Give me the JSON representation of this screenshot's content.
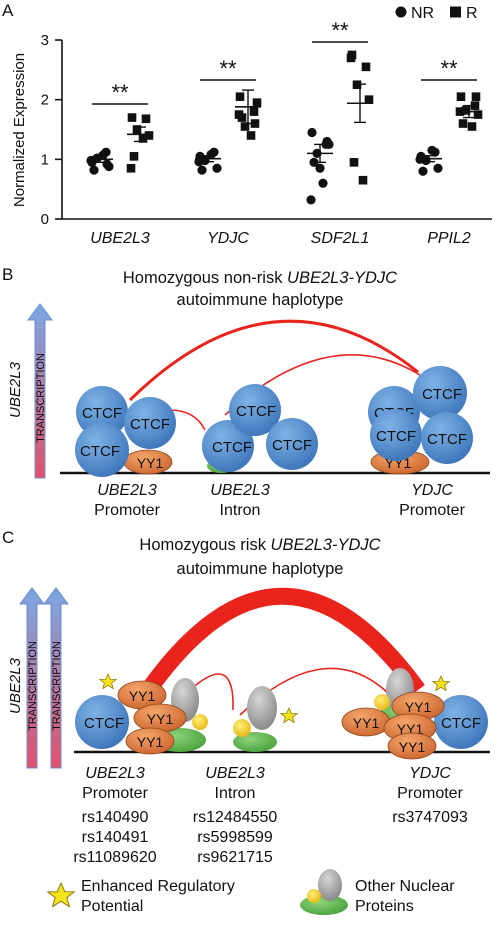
{
  "panel_a": {
    "label": "A",
    "legend": {
      "nr": "NR",
      "r": "R"
    },
    "ylabel": "Normalized Expression",
    "significance": "**",
    "chart_data": {
      "type": "scatter",
      "ylabel": "Normalized Expression",
      "ylim": [
        0,
        3
      ],
      "yticks": [
        "0",
        "1",
        "2",
        "3"
      ],
      "categories": [
        "UBE2L3",
        "YDJC",
        "SDF2L1",
        "PPIL2"
      ],
      "series": [
        {
          "name": "NR",
          "marker": "circle",
          "points": [
            [
              0.95,
              1.12,
              1.02,
              0.88,
              0.82,
              1.07,
              0.98,
              0.92
            ],
            [
              1.05,
              1.12,
              0.98,
              0.85,
              0.82,
              1.08,
              0.96
            ],
            [
              1.45,
              1.25,
              1.1,
              1.25,
              0.95,
              0.6,
              0.32,
              1.3,
              0.85
            ],
            [
              1.05,
              1.12,
              0.98,
              0.85,
              0.8,
              1.15,
              1.0
            ]
          ],
          "means": [
            1.0,
            1.01,
            1.1,
            1.01
          ],
          "sem": [
            0.05,
            0.05,
            0.15,
            0.05
          ]
        },
        {
          "name": "R",
          "marker": "square",
          "points": [
            [
              1.7,
              1.68,
              1.5,
              1.4,
              1.05,
              1.35,
              0.85
            ],
            [
              2.05,
              1.8,
              1.55,
              1.95,
              1.7,
              1.4,
              1.75,
              1.6
            ],
            [
              2.75,
              2.55,
              2.25,
              2.0,
              0.95,
              0.65,
              2.7
            ],
            [
              2.05,
              1.9,
              1.82,
              1.75,
              1.6,
              1.55,
              1.8,
              2.05
            ]
          ],
          "means": [
            1.42,
            1.88,
            1.94,
            1.8
          ],
          "sem": [
            0.12,
            0.28,
            0.32,
            0.1
          ]
        }
      ]
    }
  },
  "panel_b": {
    "label": "B",
    "title_line1_prefix": "Homozygous non-risk ",
    "title_line1_gene": "UBE2L3-YDJC",
    "title_line2": "autoimmune haplotype",
    "gene_label": "UBE2L3",
    "arrow_text": "TRANSCRIPTION",
    "ctcf": "CTCF",
    "yy1": "YY1",
    "sites": [
      {
        "gene": "UBE2L3",
        "type": "Promoter"
      },
      {
        "gene": "UBE2L3",
        "type": "Intron"
      },
      {
        "gene": "YDJC",
        "type": "Promoter"
      }
    ]
  },
  "panel_c": {
    "label": "C",
    "title_line1_prefix": "Homozygous risk ",
    "title_line1_gene": "UBE2L3-YDJC",
    "title_line2": "autoimmune haplotype",
    "gene_label": "UBE2L3",
    "arrow_text": "TRANSCRIPTION",
    "ctcf": "CTCF",
    "yy1": "YY1",
    "sites": [
      {
        "gene": "UBE2L3",
        "type": "Promoter",
        "snps": [
          "rs140490",
          "rs140491",
          "rs11089620"
        ]
      },
      {
        "gene": "UBE2L3",
        "type": "Intron",
        "snps": [
          "rs12484550",
          "rs5998599",
          "rs9621715"
        ]
      },
      {
        "gene": "YDJC",
        "type": "Promoter",
        "snps": [
          "rs3747093"
        ]
      }
    ],
    "legend": {
      "star_line1": "Enhanced Regulatory",
      "star_line2": "Potential",
      "proteins_line1": "Other Nuclear",
      "proteins_line2": "Proteins"
    }
  },
  "colors": {
    "ctcf": "#4a86c8",
    "yy1": "#d9753a",
    "loop": "#e8241c",
    "green": "#54b043",
    "yellow": "#f2c80f",
    "gray": "#9a9a9a",
    "arrow_top": "#6aa0e0",
    "arrow_bottom": "#e0506a"
  }
}
